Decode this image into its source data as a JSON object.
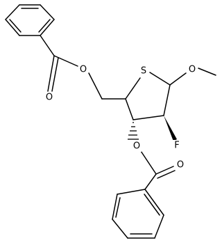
{
  "structure": {
    "atoms": {
      "ester_oxygen_1": "O",
      "carbonyl_oxygen_1": "O",
      "ring_sulfur": "S",
      "methoxy_oxygen": "O",
      "fluorine": "F",
      "ester_oxygen_2": "O",
      "carbonyl_oxygen_2": "O"
    }
  }
}
